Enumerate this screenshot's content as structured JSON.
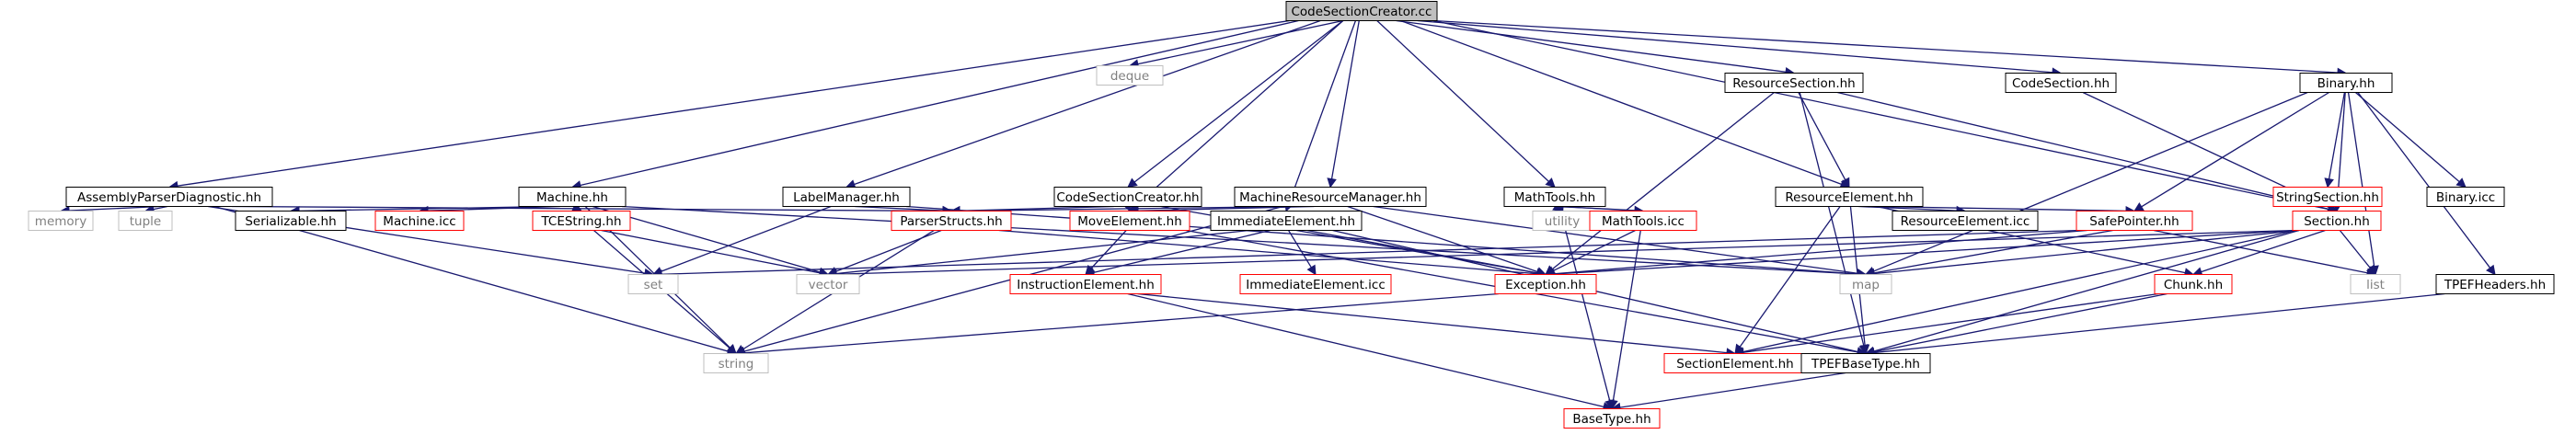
{
  "diagram": {
    "kind": "include-dependency-graph",
    "colors": {
      "edge": "#191970",
      "border_normal": "#000000",
      "border_truncated": "#ff0000",
      "border_external": "#bfbfbf",
      "text_normal": "#000000",
      "text_external": "#808080",
      "root_fill": "#bfbfbf"
    },
    "nodes": [
      {
        "id": "root",
        "label": "CodeSectionCreator.cc",
        "style": "root"
      },
      {
        "id": "deque",
        "label": "deque",
        "style": "external"
      },
      {
        "id": "apd",
        "label": "AssemblyParserDiagnostic.hh",
        "style": "normal"
      },
      {
        "id": "machine",
        "label": "Machine.hh",
        "style": "normal"
      },
      {
        "id": "labelmgr",
        "label": "LabelManager.hh",
        "style": "normal"
      },
      {
        "id": "cscreator",
        "label": "CodeSectionCreator.hh",
        "style": "normal"
      },
      {
        "id": "mrm",
        "label": "MachineResourceManager.hh",
        "style": "normal"
      },
      {
        "id": "mathtools",
        "label": "MathTools.hh",
        "style": "normal"
      },
      {
        "id": "ressection",
        "label": "ResourceSection.hh",
        "style": "normal"
      },
      {
        "id": "codesection",
        "label": "CodeSection.hh",
        "style": "normal"
      },
      {
        "id": "binary",
        "label": "Binary.hh",
        "style": "normal"
      },
      {
        "id": "memory",
        "label": "memory",
        "style": "external"
      },
      {
        "id": "tuple",
        "label": "tuple",
        "style": "external"
      },
      {
        "id": "serializable",
        "label": "Serializable.hh",
        "style": "normal"
      },
      {
        "id": "machineicc",
        "label": "Machine.icc",
        "style": "truncated"
      },
      {
        "id": "tcestring",
        "label": "TCEString.hh",
        "style": "truncated"
      },
      {
        "id": "parserstructs",
        "label": "ParserStructs.hh",
        "style": "truncated"
      },
      {
        "id": "moveelement",
        "label": "MoveElement.hh",
        "style": "truncated"
      },
      {
        "id": "immediateel",
        "label": "ImmediateElement.hh",
        "style": "normal"
      },
      {
        "id": "utility",
        "label": "utility",
        "style": "external"
      },
      {
        "id": "mathtoolsicc",
        "label": "MathTools.icc",
        "style": "truncated"
      },
      {
        "id": "reselement",
        "label": "ResourceElement.hh",
        "style": "normal"
      },
      {
        "id": "reselementicc",
        "label": "ResourceElement.icc",
        "style": "normal"
      },
      {
        "id": "safepointer",
        "label": "SafePointer.hh",
        "style": "truncated"
      },
      {
        "id": "section",
        "label": "Section.hh",
        "style": "truncated"
      },
      {
        "id": "stringsection",
        "label": "StringSection.hh",
        "style": "truncated"
      },
      {
        "id": "binaryicc",
        "label": "Binary.icc",
        "style": "normal"
      },
      {
        "id": "tpefheaders",
        "label": "TPEFHeaders.hh",
        "style": "normal"
      },
      {
        "id": "set",
        "label": "set",
        "style": "external"
      },
      {
        "id": "vector",
        "label": "vector",
        "style": "external"
      },
      {
        "id": "instrelement",
        "label": "InstructionElement.hh",
        "style": "truncated"
      },
      {
        "id": "immediateicc",
        "label": "ImmediateElement.icc",
        "style": "truncated"
      },
      {
        "id": "exception",
        "label": "Exception.hh",
        "style": "truncated"
      },
      {
        "id": "map",
        "label": "map",
        "style": "external"
      },
      {
        "id": "chunk",
        "label": "Chunk.hh",
        "style": "truncated"
      },
      {
        "id": "list",
        "label": "list",
        "style": "external"
      },
      {
        "id": "string",
        "label": "string",
        "style": "external"
      },
      {
        "id": "sectionelement",
        "label": "SectionElement.hh",
        "style": "truncated"
      },
      {
        "id": "tpefbasetype",
        "label": "TPEFBaseType.hh",
        "style": "normal"
      },
      {
        "id": "basetype",
        "label": "BaseType.hh",
        "style": "truncated"
      }
    ],
    "edges": [
      [
        "root",
        "deque"
      ],
      [
        "root",
        "apd"
      ],
      [
        "root",
        "machine"
      ],
      [
        "root",
        "labelmgr"
      ],
      [
        "root",
        "cscreator"
      ],
      [
        "root",
        "mrm"
      ],
      [
        "root",
        "mathtools"
      ],
      [
        "root",
        "ressection"
      ],
      [
        "root",
        "codesection"
      ],
      [
        "root",
        "binary"
      ],
      [
        "root",
        "moveelement"
      ],
      [
        "root",
        "immediateel"
      ],
      [
        "root",
        "reselement"
      ],
      [
        "root",
        "section"
      ],
      [
        "apd",
        "memory"
      ],
      [
        "apd",
        "tuple"
      ],
      [
        "apd",
        "set"
      ],
      [
        "apd",
        "string"
      ],
      [
        "apd",
        "parserstructs"
      ],
      [
        "machine",
        "serializable"
      ],
      [
        "machine",
        "machineicc"
      ],
      [
        "machine",
        "tcestring"
      ],
      [
        "machine",
        "string"
      ],
      [
        "machine",
        "vector"
      ],
      [
        "machine",
        "map"
      ],
      [
        "labelmgr",
        "parserstructs"
      ],
      [
        "labelmgr",
        "set"
      ],
      [
        "labelmgr",
        "map"
      ],
      [
        "cscreator",
        "parserstructs"
      ],
      [
        "cscreator",
        "moveelement"
      ],
      [
        "cscreator",
        "exception"
      ],
      [
        "mrm",
        "parserstructs"
      ],
      [
        "mrm",
        "moveelement"
      ],
      [
        "mrm",
        "exception"
      ],
      [
        "mrm",
        "string"
      ],
      [
        "mrm",
        "map"
      ],
      [
        "mathtools",
        "utility"
      ],
      [
        "mathtools",
        "mathtoolsicc"
      ],
      [
        "mathtools",
        "basetype"
      ],
      [
        "mathtoolsicc",
        "mathtools"
      ],
      [
        "mathtoolsicc",
        "exception"
      ],
      [
        "mathtoolsicc",
        "basetype"
      ],
      [
        "ressection",
        "reselement"
      ],
      [
        "ressection",
        "section"
      ],
      [
        "ressection",
        "exception"
      ],
      [
        "ressection",
        "tpefbasetype"
      ],
      [
        "codesection",
        "section"
      ],
      [
        "binary",
        "section"
      ],
      [
        "binary",
        "stringsection"
      ],
      [
        "binary",
        "binaryicc"
      ],
      [
        "binary",
        "tpefheaders"
      ],
      [
        "binary",
        "safepointer"
      ],
      [
        "binary",
        "map"
      ],
      [
        "binary",
        "list"
      ],
      [
        "tcestring",
        "string"
      ],
      [
        "tcestring",
        "vector"
      ],
      [
        "parserstructs",
        "string"
      ],
      [
        "parserstructs",
        "vector"
      ],
      [
        "parserstructs",
        "exception"
      ],
      [
        "moveelement",
        "instrelement"
      ],
      [
        "moveelement",
        "tpefbasetype"
      ],
      [
        "immediateel",
        "instrelement"
      ],
      [
        "immediateel",
        "immediateicc"
      ],
      [
        "immediateel",
        "exception"
      ],
      [
        "immediateel",
        "tpefbasetype"
      ],
      [
        "immediateel",
        "vector"
      ],
      [
        "reselement",
        "reselementicc"
      ],
      [
        "reselement",
        "safepointer"
      ],
      [
        "reselement",
        "tpefbasetype"
      ],
      [
        "reselement",
        "sectionelement"
      ],
      [
        "reselement",
        "chunk"
      ],
      [
        "safepointer",
        "map"
      ],
      [
        "safepointer",
        "list"
      ],
      [
        "safepointer",
        "set"
      ],
      [
        "safepointer",
        "exception"
      ],
      [
        "stringsection",
        "section"
      ],
      [
        "section",
        "chunk"
      ],
      [
        "section",
        "tpefbasetype"
      ],
      [
        "section",
        "map"
      ],
      [
        "section",
        "list"
      ],
      [
        "section",
        "vector"
      ],
      [
        "section",
        "exception"
      ],
      [
        "section",
        "sectionelement"
      ],
      [
        "instrelement",
        "sectionelement"
      ],
      [
        "instrelement",
        "basetype"
      ],
      [
        "exception",
        "string"
      ],
      [
        "chunk",
        "sectionelement"
      ],
      [
        "chunk",
        "tpefbasetype"
      ],
      [
        "tpefheaders",
        "tpefbasetype"
      ],
      [
        "tpefbasetype",
        "basetype"
      ]
    ]
  }
}
